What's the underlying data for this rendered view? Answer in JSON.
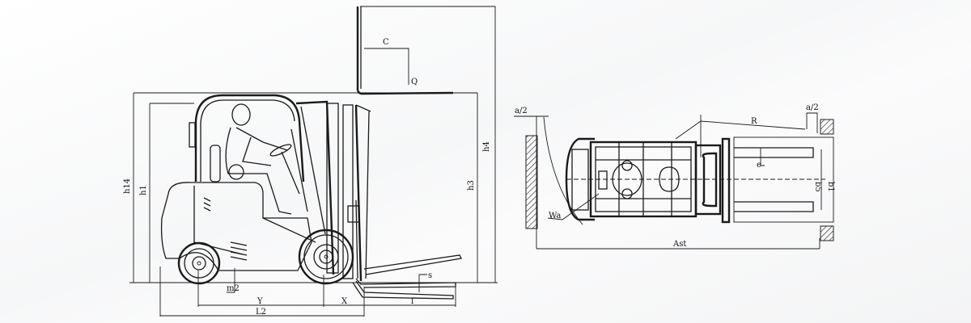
{
  "side_view": {
    "labels": {
      "C": "C",
      "Q": "Q",
      "h4": "h4",
      "h14": "h14",
      "h1": "h1",
      "h3": "h3",
      "m2": "m2",
      "Y": "Y",
      "X": "X",
      "L2": "L2",
      "l": "l",
      "s": "s"
    }
  },
  "top_view": {
    "labels": {
      "a2_left": "a/2",
      "a2_right": "a/2",
      "R": "R",
      "e": "e",
      "b5": "b5",
      "b1": "b1",
      "Wa": "Wa",
      "Ast": "Ast"
    }
  }
}
